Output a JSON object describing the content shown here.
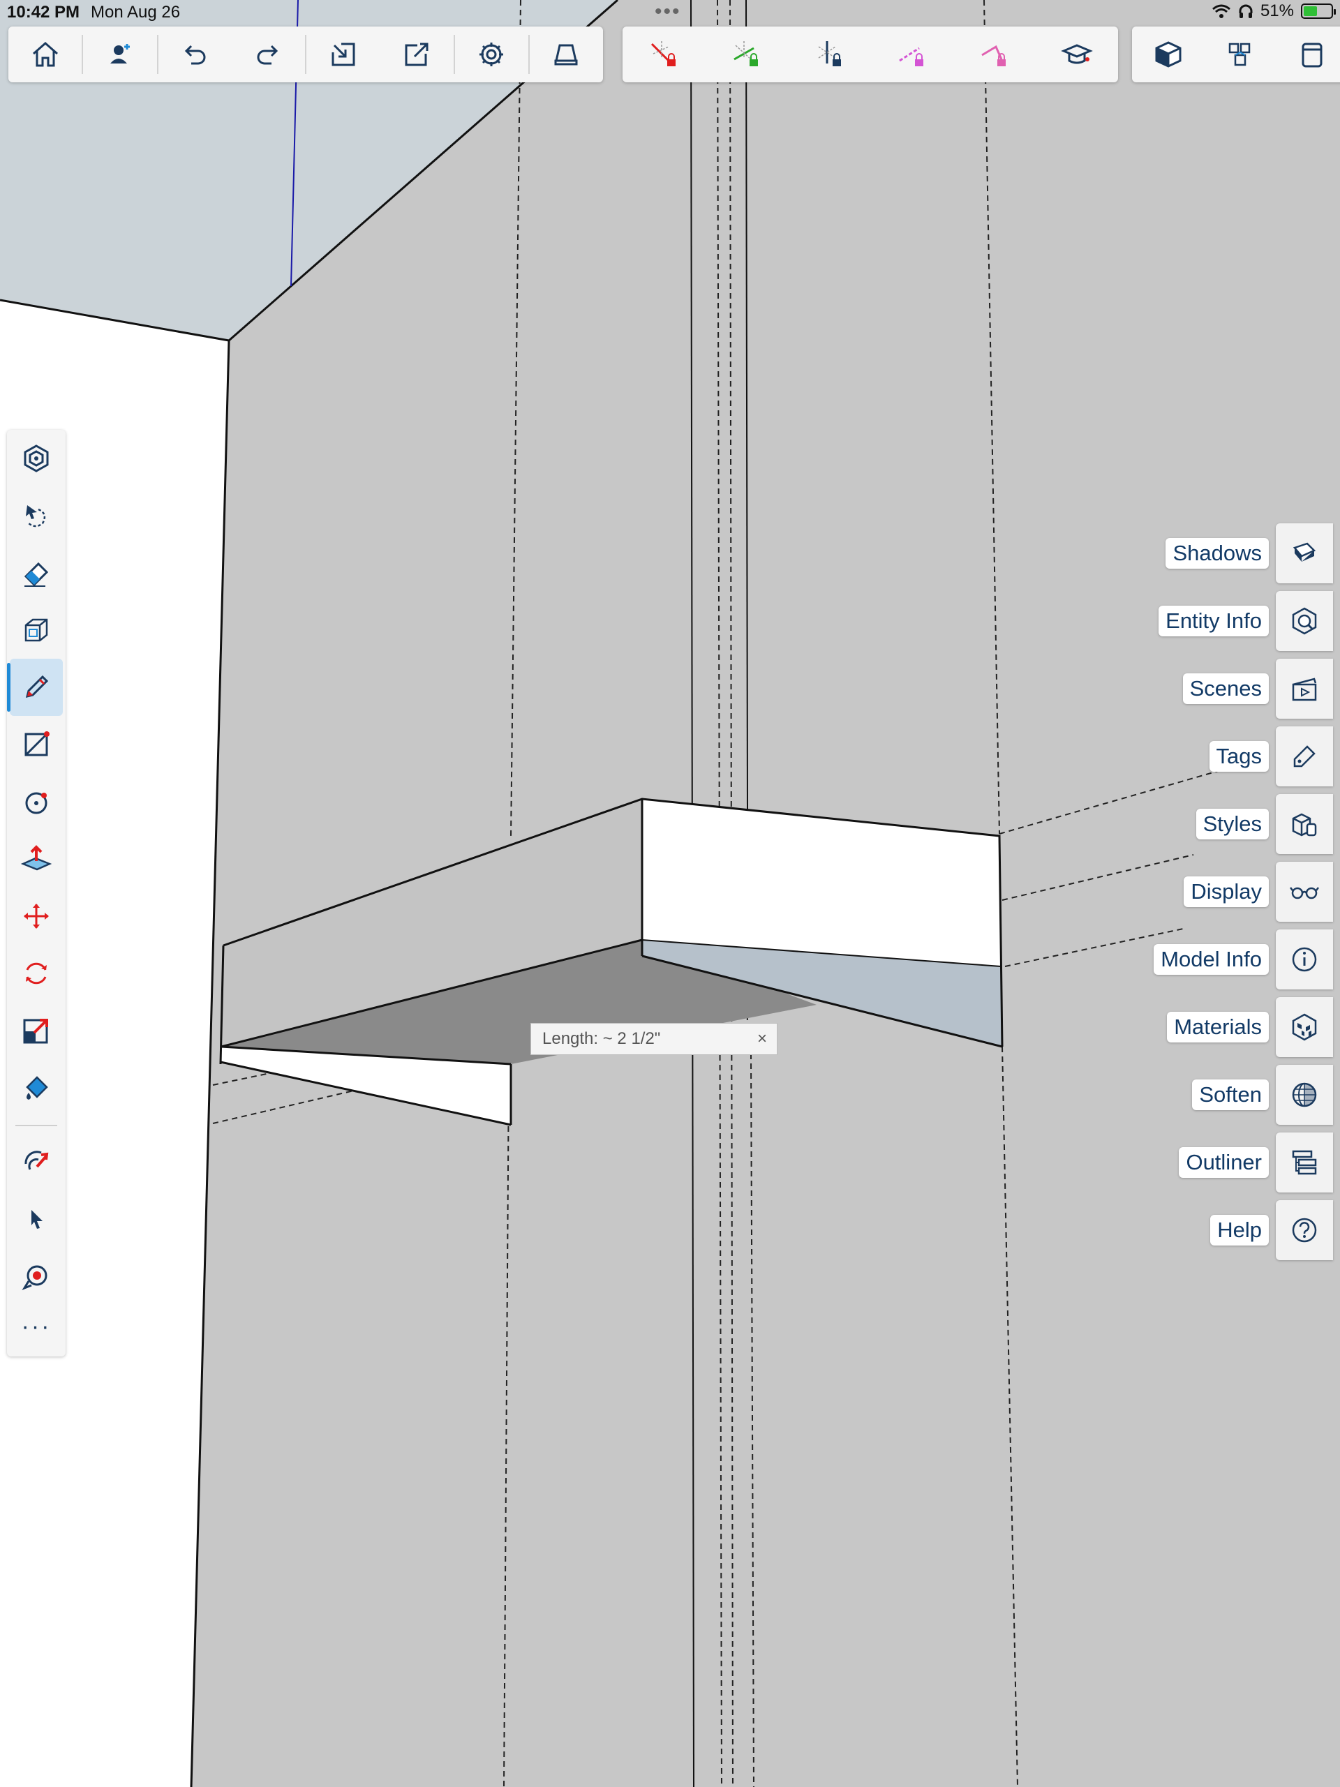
{
  "status_bar": {
    "time": "10:42 PM",
    "date": "Mon Aug 26",
    "battery": "51%",
    "battery_level": 0.51
  },
  "top_toolbar": {
    "groups": [
      [
        "home-icon",
        "add-user-icon",
        "undo-icon",
        "redo-icon",
        "import-icon",
        "export-icon",
        "settings-icon",
        "tray-icon"
      ],
      [
        "lock-red-axis-icon",
        "lock-green-axis-icon",
        "lock-blue-axis-icon",
        "lock-magenta-icon",
        "lock-pink-icon",
        "tutorial-cap-icon"
      ],
      [
        "view-iso-icon",
        "components-icon",
        "warehouse-icon"
      ]
    ]
  },
  "left_toolbar": {
    "tools": [
      "model-icon",
      "orbit-select-icon",
      "eraser-icon",
      "component-box-icon",
      "pencil-icon",
      "line-dimension-icon",
      "circle-icon",
      "push-pull-icon",
      "move-icon",
      "rotate-icon",
      "scale-icon",
      "paint-bucket-icon",
      "follow-me-icon",
      "select-arrow-icon",
      "tape-measure-icon",
      "more-icon"
    ],
    "active_tool": "pencil-icon",
    "more_label": "···"
  },
  "right_panels": [
    {
      "label": "Shadows",
      "icon": "shadows-icon"
    },
    {
      "label": "Entity Info",
      "icon": "entity-info-icon"
    },
    {
      "label": "Scenes",
      "icon": "scenes-icon"
    },
    {
      "label": "Tags",
      "icon": "tags-icon"
    },
    {
      "label": "Styles",
      "icon": "styles-icon"
    },
    {
      "label": "Display",
      "icon": "display-icon"
    },
    {
      "label": "Model Info",
      "icon": "model-info-icon"
    },
    {
      "label": "Materials",
      "icon": "materials-icon"
    },
    {
      "label": "Soften",
      "icon": "soften-icon"
    },
    {
      "label": "Outliner",
      "icon": "outliner-icon"
    },
    {
      "label": "Help",
      "icon": "help-icon"
    }
  ],
  "measurement": {
    "text": "Length: ~ 2 1/2\"",
    "close": "×"
  },
  "colors": {
    "accent": "#1f8ad6",
    "label_text": "#123a66",
    "wall": "#c7c7c7",
    "sky": "#cbd3d8",
    "blue_axis": "#1a1aa8",
    "red_accent": "#e01e1e"
  }
}
